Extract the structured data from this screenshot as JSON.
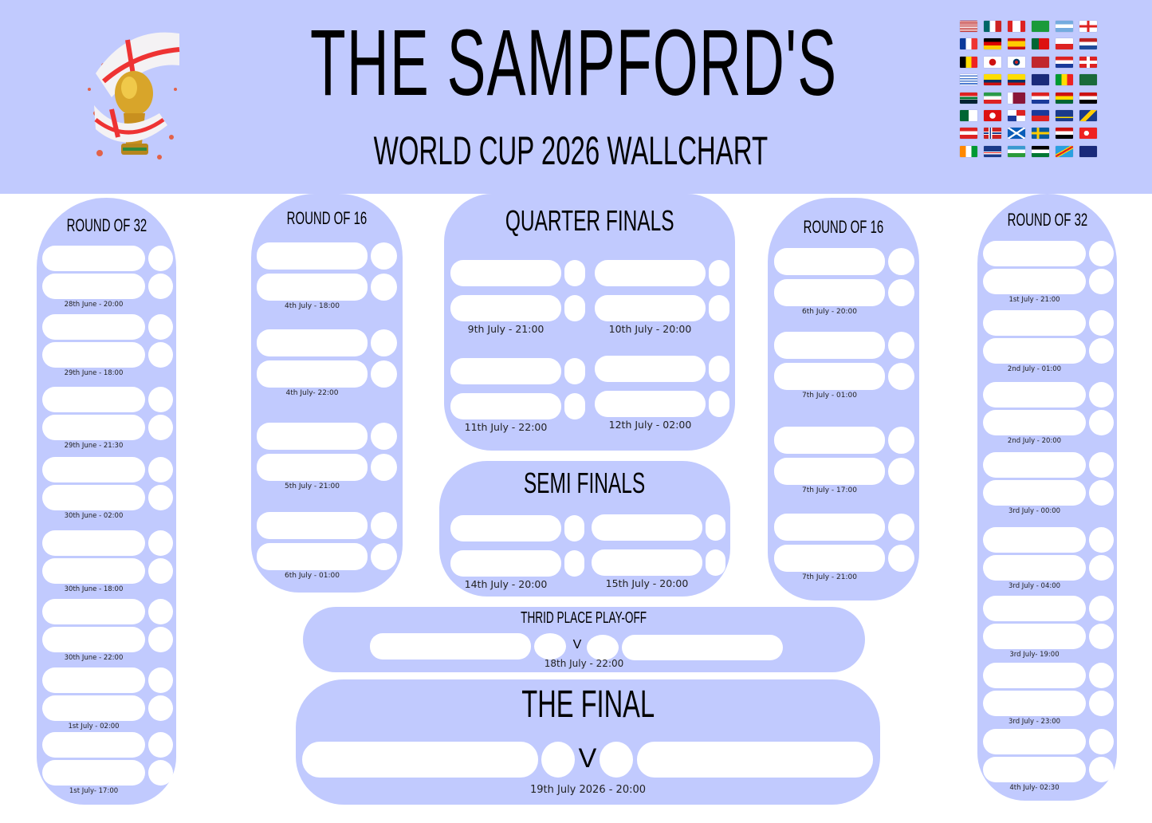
{
  "header": {
    "title": "THE SAMPFORD'S",
    "subtitle": "WORLD CUP 2026 WALLCHART",
    "background": "#c1cafe",
    "logo": "world-cup-trophy-england-flag-logo"
  },
  "colors": {
    "panel": "#c1cafe",
    "slot": "#ffffff",
    "text": "#000000"
  },
  "flags": [
    "usa",
    "mexico",
    "canada",
    "brazil",
    "argentina",
    "england",
    "france",
    "germany",
    "spain",
    "portugal",
    "czechia",
    "netherlands",
    "belgium",
    "japan",
    "south-korea",
    "morocco",
    "croatia",
    "switzerland",
    "uruguay",
    "colombia",
    "ecuador",
    "australia",
    "senegal",
    "saudi-arabia",
    "south-africa",
    "iran",
    "qatar",
    "paraguay",
    "ghana",
    "egypt",
    "algeria",
    "tunisia",
    "panama",
    "haiti",
    "curacao",
    "bosnia",
    "austria",
    "norway",
    "scotland",
    "sweden",
    "iraq",
    "turkey",
    "ivory-coast",
    "cape-verde",
    "uzbekistan",
    "jordan",
    "dr-congo",
    "new-zealand"
  ],
  "left_r32": {
    "title": "ROUND OF 32",
    "matches": [
      {
        "date": "28th June - 20:00"
      },
      {
        "date": "29th June - 18:00"
      },
      {
        "date": "29th June - 21:30"
      },
      {
        "date": "30th June - 02:00"
      },
      {
        "date": "30th June - 18:00"
      },
      {
        "date": "30th June - 22:00"
      },
      {
        "date": "1st July - 02:00"
      },
      {
        "date": "1st July- 17:00"
      }
    ]
  },
  "left_r16": {
    "title": "ROUND OF 16",
    "matches": [
      {
        "date": "4th July - 18:00"
      },
      {
        "date": "4th July- 22:00"
      },
      {
        "date": "5th July - 21:00"
      },
      {
        "date": "6th July - 01:00"
      }
    ]
  },
  "quarter_finals": {
    "title": "QUARTER FINALS",
    "matches": [
      {
        "date": "9th July - 21:00"
      },
      {
        "date": "10th July - 20:00"
      },
      {
        "date": "11th July - 22:00"
      },
      {
        "date": "12th July - 02:00"
      }
    ]
  },
  "semi_finals": {
    "title": "SEMI FINALS",
    "matches": [
      {
        "date": "14th July - 20:00"
      },
      {
        "date": "15th July - 20:00"
      }
    ]
  },
  "right_r16": {
    "title": "ROUND OF 16",
    "matches": [
      {
        "date": "6th July - 20:00"
      },
      {
        "date": "7th July - 01:00"
      },
      {
        "date": "7th July - 17:00"
      },
      {
        "date": "7th July - 21:00"
      }
    ]
  },
  "right_r32": {
    "title": "ROUND OF 32",
    "matches": [
      {
        "date": "1st July - 21:00"
      },
      {
        "date": "2nd July - 01:00"
      },
      {
        "date": "2nd July - 20:00"
      },
      {
        "date": "3rd July - 00:00"
      },
      {
        "date": "3rd July - 04:00"
      },
      {
        "date": "3rd July- 19:00"
      },
      {
        "date": "3rd July - 23:00"
      },
      {
        "date": "4th July- 02:30"
      }
    ]
  },
  "third_place": {
    "title": "THRID PLACE PLAY-OFF",
    "vs": "V",
    "date": "18th July - 22:00"
  },
  "final": {
    "title": "THE FINAL",
    "vs": "V",
    "date": "19th July 2026 - 20:00"
  }
}
